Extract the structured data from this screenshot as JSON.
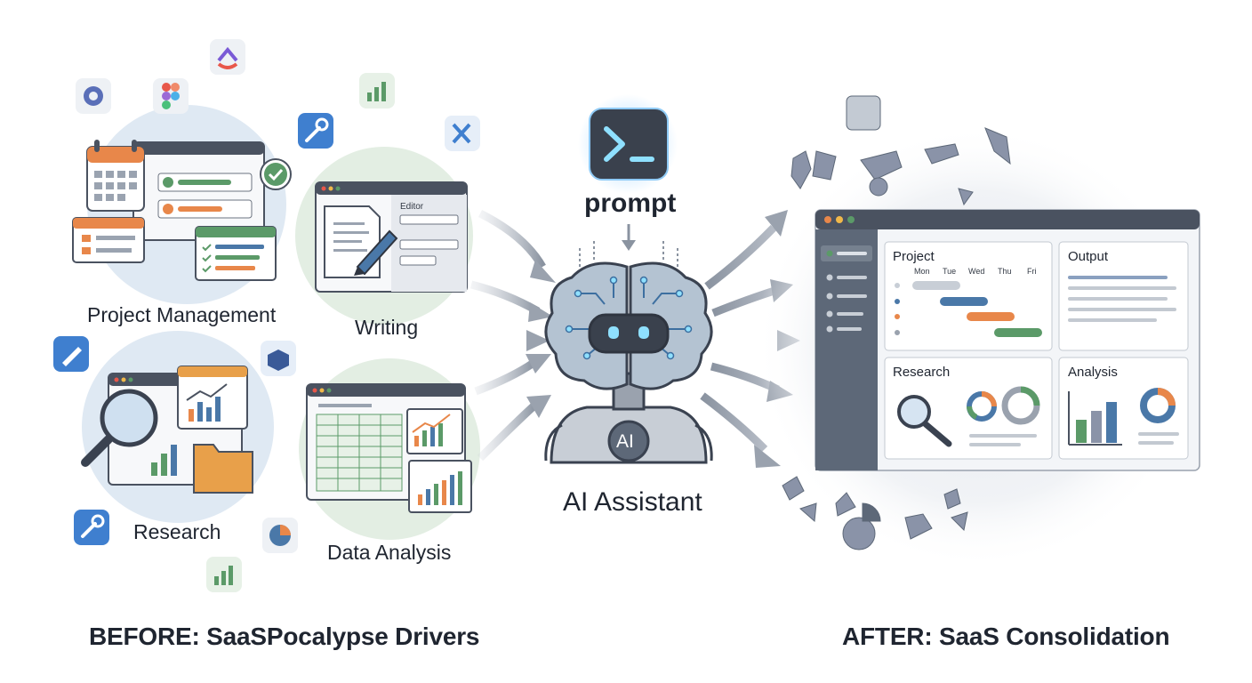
{
  "before": {
    "clusters": [
      {
        "label": "Project Management"
      },
      {
        "label": "Writing"
      },
      {
        "label": "Research"
      },
      {
        "label": "Data Analysis"
      }
    ],
    "caption": "BEFORE: SaaSPocalypse Drivers",
    "writing_window": {
      "editor_label": "Editor"
    }
  },
  "center": {
    "prompt_label": "prompt",
    "robot_badge": "AI",
    "assistant_label": "AI Assistant"
  },
  "after": {
    "caption": "AFTER: SaaS Consolidation",
    "dashboard": {
      "panels": [
        {
          "title": "Project",
          "days": [
            "Mon",
            "Tue",
            "Wed",
            "Thu",
            "Fri"
          ]
        },
        {
          "title": "Output"
        },
        {
          "title": "Research"
        },
        {
          "title": "Analysis"
        }
      ]
    }
  },
  "colors": {
    "green": "#5b9a68",
    "orange": "#e8874a",
    "blue": "#4a78a8",
    "slate": "#5d6878",
    "dark": "#2f3540",
    "light_blue_bg": "#dfe9f3",
    "light_green_bg": "#e3eee3"
  },
  "icons": [
    "gear-icon",
    "figma-icon",
    "clickup-icon",
    "chart-icon",
    "wrench-icon",
    "excel-icon",
    "pencil-icon",
    "cube-icon",
    "pie-icon",
    "terminal-icon",
    "magnifier-icon",
    "folder-icon",
    "calendar-icon",
    "checkmark-icon"
  ]
}
